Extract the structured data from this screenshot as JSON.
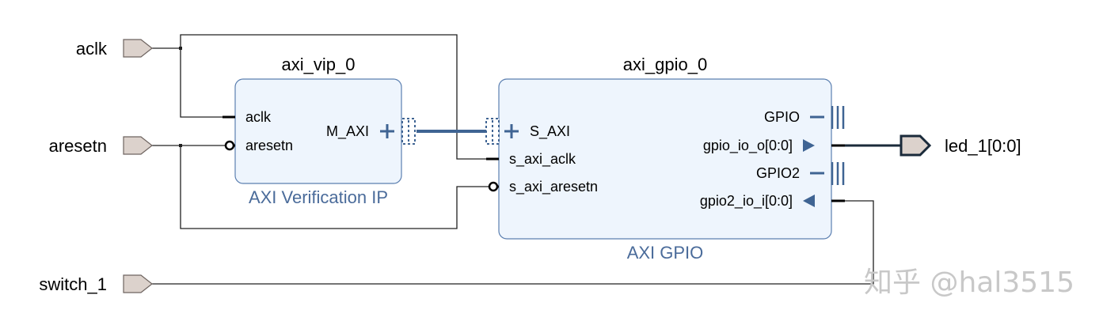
{
  "diagram": {
    "external_ports": {
      "aclk": "aclk",
      "aresetn": "aresetn",
      "switch_1": "switch_1",
      "led_1": "led_1[0:0]"
    },
    "blocks": {
      "axi_vip": {
        "instance_name": "axi_vip_0",
        "type_label": "AXI Verification IP",
        "pins": {
          "aclk": "aclk",
          "aresetn": "aresetn",
          "m_axi": "M_AXI"
        }
      },
      "axi_gpio": {
        "instance_name": "axi_gpio_0",
        "type_label": "AXI GPIO",
        "pins": {
          "s_axi": "S_AXI",
          "s_axi_aclk": "s_axi_aclk",
          "s_axi_aresetn": "s_axi_aresetn",
          "gpio": "GPIO",
          "gpio_io_o": "gpio_io_o[0:0]",
          "gpio2": "GPIO2",
          "gpio2_io_i": "gpio2_io_i[0:0]"
        }
      }
    },
    "colors": {
      "block_fill": "#eef5fd",
      "block_border": "#5b7fb0",
      "port_fill": "#dcd2cc",
      "bus_blue": "#3f6493",
      "type_label": "#4a6b9a"
    }
  },
  "watermark": "知乎 @hal3515"
}
